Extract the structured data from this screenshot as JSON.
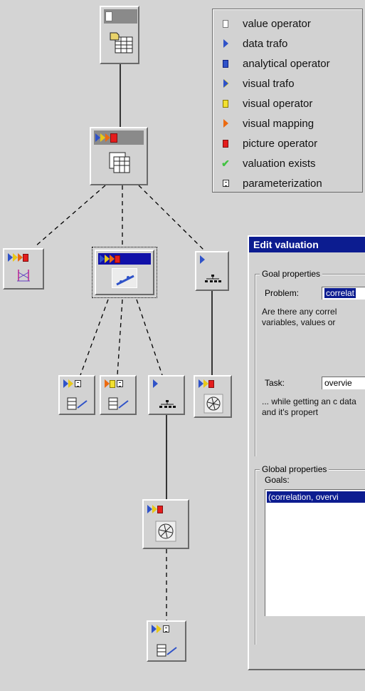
{
  "legend": {
    "items": [
      {
        "label": "value operator",
        "icon": "white-square-icon"
      },
      {
        "label": "data trafo",
        "icon": "blue-arrow-icon"
      },
      {
        "label": "analytical operator",
        "icon": "blue-square-icon"
      },
      {
        "label": "visual trafo",
        "icon": "blue-yellow-arrow-icon"
      },
      {
        "label": "visual operator",
        "icon": "yellow-square-icon"
      },
      {
        "label": "visual mapping",
        "icon": "orange-arrow-icon"
      },
      {
        "label": "picture operator",
        "icon": "red-square-icon"
      },
      {
        "label": "valuation exists",
        "icon": "green-check-icon"
      },
      {
        "label": "parameterization",
        "icon": "parameter-box-icon"
      }
    ]
  },
  "dialog": {
    "title": "Edit valuation",
    "goal_group": "Goal properties",
    "problem_label": "Problem:",
    "problem_value": "correlat",
    "problem_desc": "Are there any correl variables, values or",
    "task_label": "Task:",
    "task_value": "overvie",
    "task_desc": "... while getting an c data and it's propert",
    "global_group": "Global properties",
    "goals_label": "Goals:",
    "goals_items": [
      "(correlation, overvi"
    ]
  },
  "colors": {
    "background": "#d4d4d4",
    "selected_title": "#1010a8",
    "dialog_title": "#0c1c90"
  }
}
